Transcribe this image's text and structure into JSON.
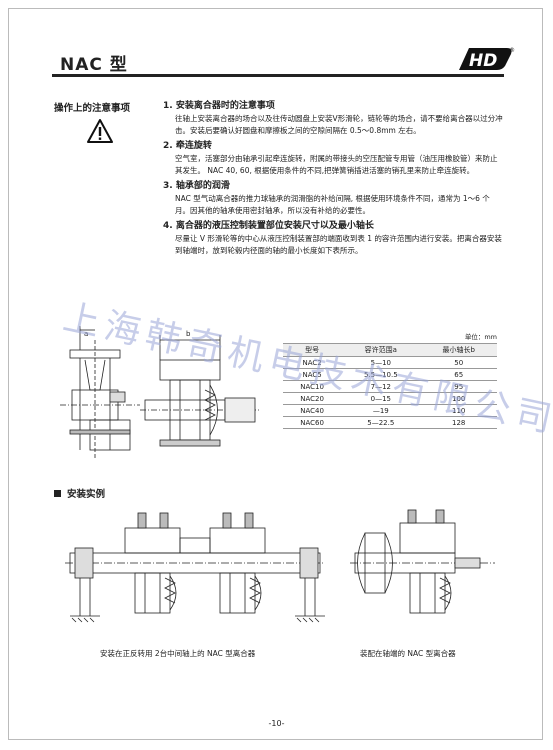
{
  "header": {
    "title": "NAC 型",
    "logo_text": "HD",
    "logo_reg": "®"
  },
  "section": {
    "title": "操作上的注意事项",
    "icon": "warning-triangle-icon"
  },
  "items": [
    {
      "title": "1. 安装离合器时的注意事项",
      "body": "往轴上安装离合器的场合以及往传动圆盘上安装V形滑轮，链轮等的场合，请不要给离合器以过分冲击。安装后要确认好圆盘和摩擦板之间的空隙间隔在 0.5～0.8mm 左右。"
    },
    {
      "title": "2. 牵连旋转",
      "body": "空气室，活塞部分由轴承引起牵连旋转，附属的带接头的空压配管专用管（油压用橡胶管）来防止其发生。 NAC 40, 60, 根据使用条件的不同,把弹簧销插进活塞的销孔里来防止牵连旋转。"
    },
    {
      "title": "3. 轴承部的润滑",
      "body": "NAC 型气动离合器的推力球轴承的润滑脂的补给间隔, 根据使用环境条件不同，通常为 1～6 个月。因其他的轴承使用密封轴承，所以没有补给的必要性。"
    },
    {
      "title": "4. 离合器的液压控制装置部位安装尺寸以及最小轴长",
      "body": "尽量让 V 形滑轮等的中心从液压控制装置部的端面收到表 1 的容许范围内进行安装。把离合器安装到轴端时，放到轮毂内径面的轴的最小长度如下表所示。"
    }
  ],
  "diagram_labels": {
    "a": "a",
    "b": "b"
  },
  "table": {
    "unit": "单位：mm",
    "headers": [
      "型号",
      "容许范围a",
      "最小轴长b"
    ],
    "rows": [
      [
        "NAC2",
        "5—10",
        "50"
      ],
      [
        "NAC5",
        "5.5—10.5",
        "65"
      ],
      [
        "NAC10",
        "7—12",
        "95"
      ],
      [
        "NAC20",
        "0—15",
        "100"
      ],
      [
        "NAC40",
        "—19",
        "110"
      ],
      [
        "NAC60",
        "5—22.5",
        "128"
      ]
    ]
  },
  "watermark": "上海韩奇机电技术有限公司",
  "install": {
    "title": "安装实例",
    "caption_left": "安装在正反转用 2台中间轴上的 NAC 型离合器",
    "caption_right": "装配在轴端的 NAC 型离合器"
  },
  "page_number": "-10-"
}
